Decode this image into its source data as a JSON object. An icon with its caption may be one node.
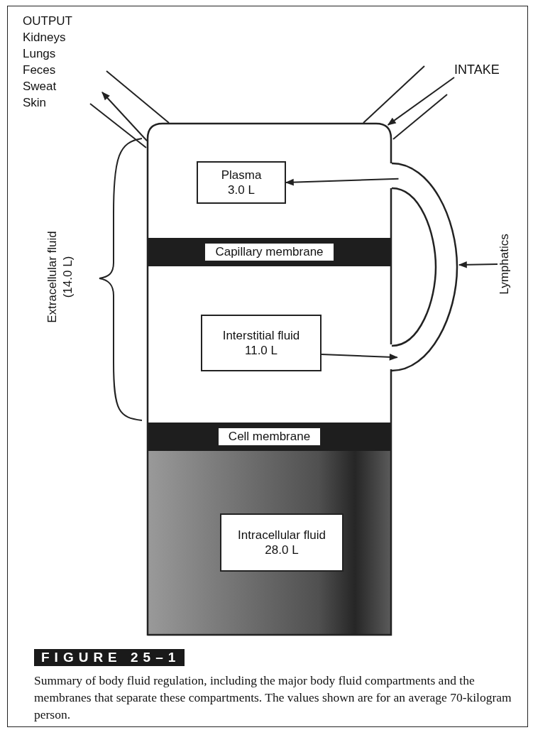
{
  "diagram": {
    "title": "FIGURE 25–1",
    "caption": "Summary of body fluid regulation, including the major body fluid compartments and the membranes that separate these compartments. The values shown are for an average 70-kilogram person.",
    "nodes": [
      {
        "text": [
          "OUTPUT",
          "Kidneys",
          "Lungs",
          "Feces",
          "Sweat",
          "Skin"
        ]
      },
      {
        "text": [
          "INTAKE"
        ]
      },
      {
        "text": [],
        "shape": "box"
      },
      {
        "text": [
          "Plasma",
          "3.0 L"
        ],
        "in": 2
      },
      {
        "text": [
          "Capillary membrane"
        ],
        "in": 2
      },
      {
        "text": [
          "Interstitial fluid",
          "11.0 L"
        ],
        "in": 2
      },
      {
        "text": [
          "Cell membrane"
        ],
        "in": 2
      },
      {
        "text": [
          "Intracellular fluid",
          "28.0 L"
        ],
        "in": 2
      },
      {
        "text": [],
        "shape": "tube"
      },
      {
        "text": [
          "Lymphatics"
        ]
      }
    ],
    "edges": [
      {
        "from": 2,
        "to": 0,
        "arrow": "to"
      },
      {
        "from": 1,
        "to": 2,
        "arrow": "to"
      },
      {
        "from": 5,
        "to": 8,
        "arrow": "to"
      },
      {
        "from": 8,
        "to": 3,
        "arrow": "to"
      },
      {
        "from": 9,
        "to": 8,
        "arrow": "to"
      }
    ],
    "labels": [
      "Extracellular fluid (14.0 L)"
    ]
  }
}
